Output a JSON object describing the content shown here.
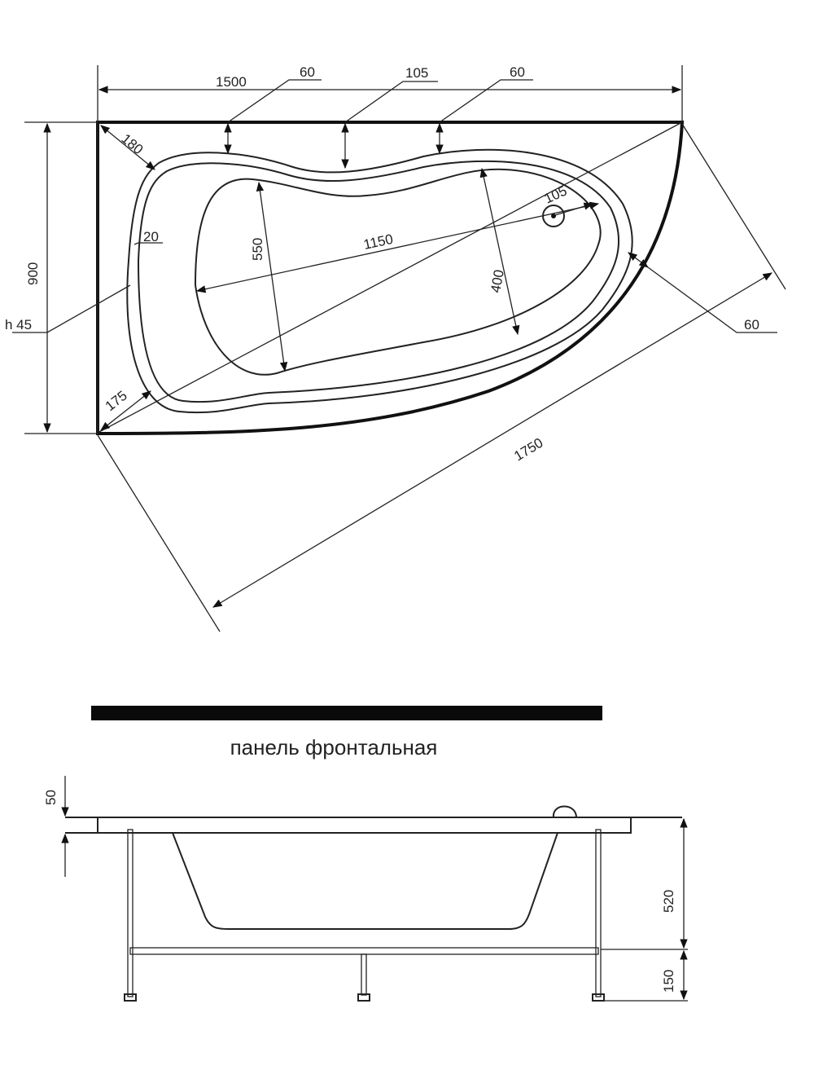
{
  "top_view": {
    "dims": {
      "length": "1500",
      "width": "900",
      "rim_left": "60",
      "rim_mid": "105",
      "rim_right": "60",
      "corner": "180",
      "rim_side": "20",
      "height_label": "h 45",
      "basin_length": "1150",
      "basin_width_left": "550",
      "basin_width_right": "400",
      "drain": "105",
      "rim_front": "60",
      "diagonal": "1750",
      "corner_bottom": "175"
    }
  },
  "front_panel": {
    "label": "панель фронтальная"
  },
  "side_view": {
    "dims": {
      "rim_thickness": "50",
      "tub_height": "520",
      "leg_height": "150"
    }
  }
}
